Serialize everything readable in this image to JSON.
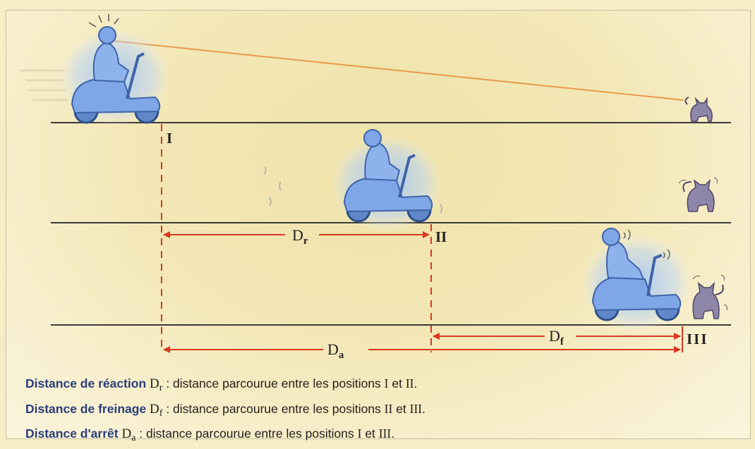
{
  "positions": {
    "p1": "I",
    "p2": "II",
    "p3": "III"
  },
  "distances": {
    "dr": {
      "symbol": "D",
      "sub": "r"
    },
    "df": {
      "symbol": "D",
      "sub": "f"
    },
    "da": {
      "symbol": "D",
      "sub": "a"
    }
  },
  "legend": [
    {
      "term": "Distance de réaction",
      "sym": "D",
      "sub": "r",
      "text": " : distance parcourue entre les positions ",
      "a": "I",
      "et": " et ",
      "b": "II",
      "end": "."
    },
    {
      "term": "Distance de freinage",
      "sym": "D",
      "sub": "f",
      "text": " : distance parcourue entre les positions ",
      "a": "II",
      "et": " et ",
      "b": "III",
      "end": "."
    },
    {
      "term": "Distance d'arrêt",
      "sym": "D",
      "sub": "a",
      "text": " : distance parcourue entre les positions ",
      "a": "I",
      "et": " et ",
      "b": "III",
      "end": "."
    }
  ],
  "colors": {
    "arrow": "#d9381e",
    "sightline": "#e89a4a",
    "road": "#3a3a3a",
    "scooter": "#7fa6e6",
    "cat": "#8e86a8"
  }
}
